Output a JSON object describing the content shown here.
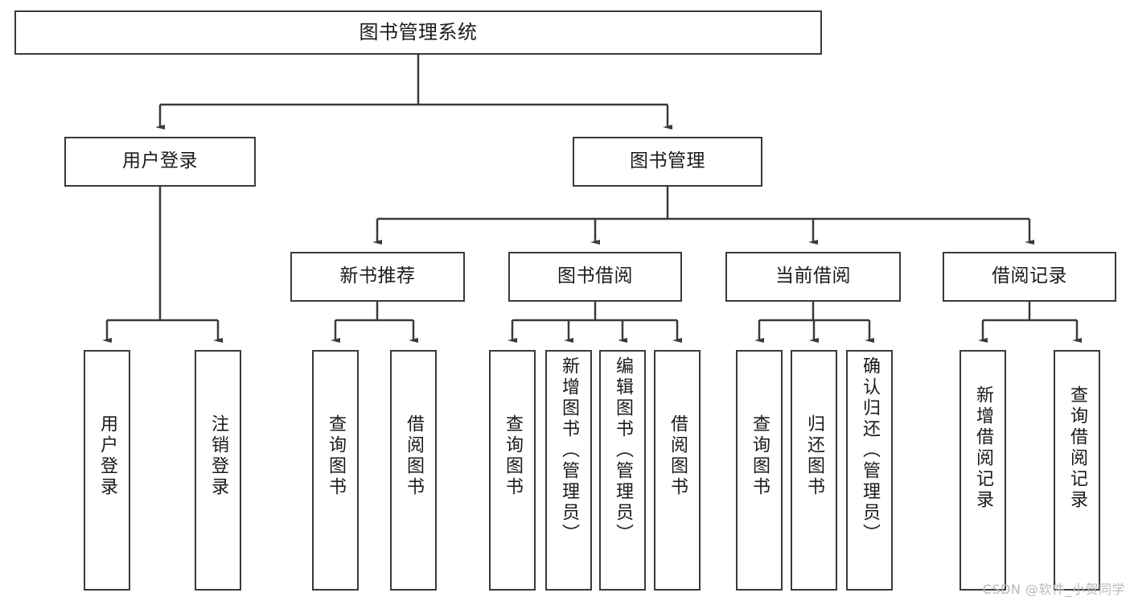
{
  "diagram": {
    "title": "图书管理系统",
    "type": "hierarchy-tree",
    "colors": {
      "border": "#3a3a3a",
      "background": "#ffffff",
      "text": "#1a1a1a",
      "watermark": "#b9b9b9"
    },
    "root": {
      "label": "图书管理系统"
    },
    "level2": [
      {
        "label": "用户登录"
      },
      {
        "label": "图书管理"
      }
    ],
    "level3": [
      {
        "label": "新书推荐"
      },
      {
        "label": "图书借阅"
      },
      {
        "label": "当前借阅"
      },
      {
        "label": "借阅记录"
      }
    ],
    "leaves": {
      "user_login": [
        {
          "label": "用户登录"
        },
        {
          "label": "注销登录"
        }
      ],
      "new_book_recommend": [
        {
          "label": "查询图书"
        },
        {
          "label": "借阅图书"
        }
      ],
      "book_borrow": [
        {
          "label": "查询图书"
        },
        {
          "label": "新增图书（管理员）"
        },
        {
          "label": "编辑图书（管理员）"
        },
        {
          "label": "借阅图书"
        }
      ],
      "current_borrow": [
        {
          "label": "查询图书"
        },
        {
          "label": "归还图书"
        },
        {
          "label": "确认归还（管理员）"
        }
      ],
      "borrow_record": [
        {
          "label": "新增借阅记录"
        },
        {
          "label": "查询借阅记录"
        }
      ]
    }
  },
  "watermark": {
    "text": "CSDN @软件_小贺同学"
  }
}
